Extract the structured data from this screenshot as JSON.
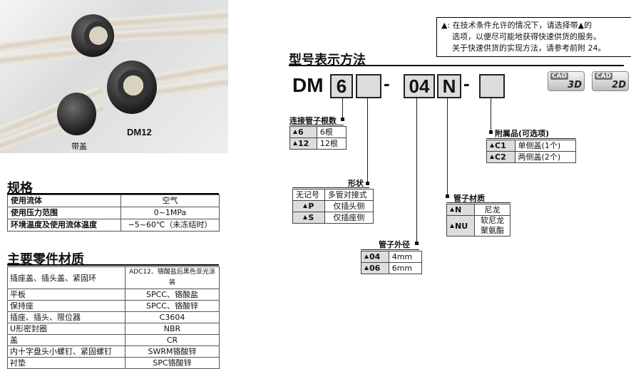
{
  "photo": {
    "model_label": "DM12",
    "caption": "带盖"
  },
  "spec": {
    "title": "规格",
    "rows": [
      {
        "k": "使用流体",
        "v": "空气"
      },
      {
        "k": "使用压力范围",
        "v": "0~1MPa"
      },
      {
        "k": "环境温度及使用流体温度",
        "v": "−5~60℃（未冻结时）"
      }
    ]
  },
  "materials": {
    "title": "主要零件材质",
    "rows": [
      {
        "k": "插座盖、插头盖、紧固环",
        "v": "ADC12、铬酸盐后黑色亚光涂装"
      },
      {
        "k": "平板",
        "v": "SPCC、铬酸盐"
      },
      {
        "k": "保持座",
        "v": "SPCC、铬酸锌"
      },
      {
        "k": "插座、插头、限位器",
        "v": "C3604"
      },
      {
        "k": "U形密封圈",
        "v": "NBR"
      },
      {
        "k": "盖",
        "v": "CR"
      },
      {
        "k": "内十字盘头小螺钉、紧固螺钉",
        "v": "SWRM铬酸锌"
      },
      {
        "k": "衬垫",
        "v": "SPC铬酸锌"
      }
    ]
  },
  "note": {
    "line1": "▲: 在技术条件允许的情况下，请选择带▲的",
    "line2": "选项，以便尽可能地获得快速供货的服务。",
    "line3": "关于快速供货的实现方法，请参考前附 24。"
  },
  "model": {
    "title": "型号表示方法",
    "prefix": "DM",
    "box1": "6",
    "box2": "",
    "dash1": "-",
    "box3": "04",
    "box4": "N",
    "dash2": "-",
    "box5": ""
  },
  "cad": {
    "cad_label": "CAD",
    "d3": "3D",
    "d2": "2D"
  },
  "tubes": {
    "title": "连接管子根数",
    "rows": [
      {
        "c": "6",
        "v": "6根"
      },
      {
        "c": "12",
        "v": "12根"
      }
    ]
  },
  "shape": {
    "title": "形状",
    "rows": [
      {
        "c": "无记号",
        "v": "多管对接式",
        "tri": false
      },
      {
        "c": "P",
        "v": "仅插头侧",
        "tri": true
      },
      {
        "c": "S",
        "v": "仅插座侧",
        "tri": true
      }
    ]
  },
  "od": {
    "title": "管子外径",
    "rows": [
      {
        "c": "04",
        "v": "4mm"
      },
      {
        "c": "06",
        "v": "6mm"
      }
    ]
  },
  "tube_material": {
    "title": "管子材质",
    "rows": [
      {
        "c": "N",
        "v": "尼龙"
      },
      {
        "c": "NU",
        "v": "软尼龙",
        "v2": "聚氨酯"
      }
    ]
  },
  "accessory": {
    "title": "附属品(可选项)",
    "rows": [
      {
        "c": "C1",
        "v": "单侧盖(1个)"
      },
      {
        "c": "C2",
        "v": "两侧盖(2个)"
      }
    ]
  }
}
